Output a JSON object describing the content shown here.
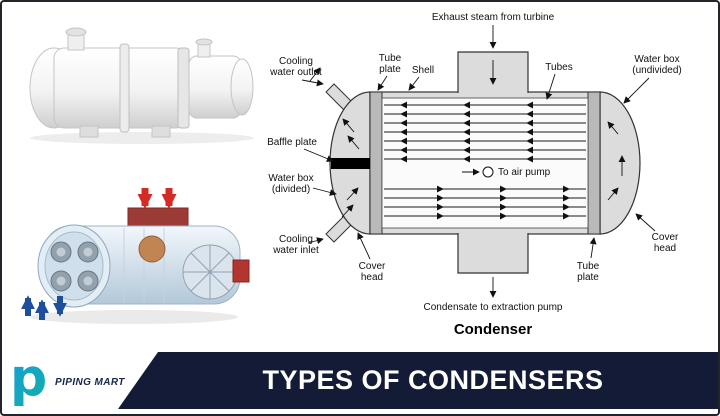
{
  "colors": {
    "banner_bg": "#141b36",
    "logo_blue": "#1b9cd8",
    "logo_teal": "#0fb0a9",
    "diagram_fill": "#dcdcdc",
    "baffle_black": "#000000",
    "arrow_red": "#d42b26",
    "arrow_blue": "#1d4f9e"
  },
  "banner": {
    "title": "TYPES OF CONDENSERS"
  },
  "logo": {
    "brand": "PIPING MART",
    "letter": "p"
  },
  "schematic": {
    "caption": "Condenser",
    "labels": {
      "exhaust_steam": "Exhaust steam from turbine",
      "cooling_water_outlet": [
        "Cooling",
        "water outlet"
      ],
      "tube_plate_top": [
        "Tube",
        "plate"
      ],
      "shell": "Shell",
      "tubes": "Tubes",
      "water_box_undivided": [
        "Water box",
        "(undivided)"
      ],
      "baffle_plate": "Baffle plate",
      "water_box_divided": [
        "Water box",
        "(divided)"
      ],
      "to_air_pump": "To air pump",
      "cooling_water_inlet": [
        "Cooling",
        "water inlet"
      ],
      "cover_head_left": [
        "Cover",
        "head"
      ],
      "cover_head_right": [
        "Cover",
        "head"
      ],
      "tube_plate_bottom": [
        "Tube",
        "plate"
      ],
      "condensate": "Condensate to extraction pump"
    }
  }
}
